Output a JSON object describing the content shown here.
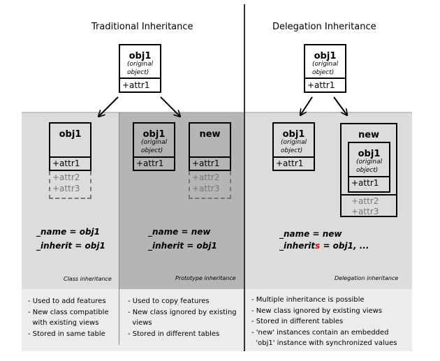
{
  "titles": {
    "left": "Traditional Inheritance",
    "right": "Delegation Inheritance"
  },
  "top_left": {
    "name": "obj1",
    "sub1": "(original",
    "sub2": "object)",
    "attr": "+attr1"
  },
  "top_right": {
    "name": "obj1",
    "sub1": "(original",
    "sub2": "object)",
    "attr": "+attr1"
  },
  "class": {
    "box": {
      "name": "obj1",
      "attr": "+attr1",
      "ghost1": "+attr2",
      "ghost2": "+attr3"
    },
    "code1": "_name = obj1",
    "code2": "_inherit = obj1",
    "caption": "Class inheritance",
    "bullets": [
      "- Used to add features",
      "- New class compatible",
      "  with existing views",
      "- Stored in same table"
    ]
  },
  "prototype": {
    "orig": {
      "name": "obj1",
      "sub1": "(original",
      "sub2": "object)",
      "attr": "+attr1"
    },
    "new": {
      "name": "new",
      "attr": "+attr1",
      "ghost1": "+attr2",
      "ghost2": "+attr3"
    },
    "code1": "_name = new",
    "code2": "_inherit = obj1",
    "caption": "Prototype inheritance",
    "bullets": [
      "- Used to copy features",
      "- New class ignored by existing",
      "  views",
      "- Stored in different tables"
    ]
  },
  "delegation": {
    "orig": {
      "name": "obj1",
      "sub1": "(original",
      "sub2": "object)",
      "attr": "+attr1"
    },
    "new": {
      "name": "new",
      "attr2": "+attr2",
      "attr3": "+attr3",
      "inner": {
        "name": "obj1",
        "sub1": "(original",
        "sub2": "object)",
        "attr": "+attr1"
      }
    },
    "code1": "_name = new",
    "code2_a": "_inherit",
    "code2_s": "s",
    "code2_b": " = obj1, ...",
    "caption": "Delegation inheritance",
    "bullets": [
      "- Multiple inheritance is possible",
      "- New class ignored by existing views",
      "- Stored in different tables",
      "- 'new' instances contain an embedded",
      "  'obj1' instance with synchronized values"
    ]
  },
  "colors": {
    "panel_light": "#dcdcdc",
    "panel_dark": "#b5b5b5",
    "footer": "#ececec",
    "ghost": "#777777",
    "accent_red": "#dd1111"
  }
}
